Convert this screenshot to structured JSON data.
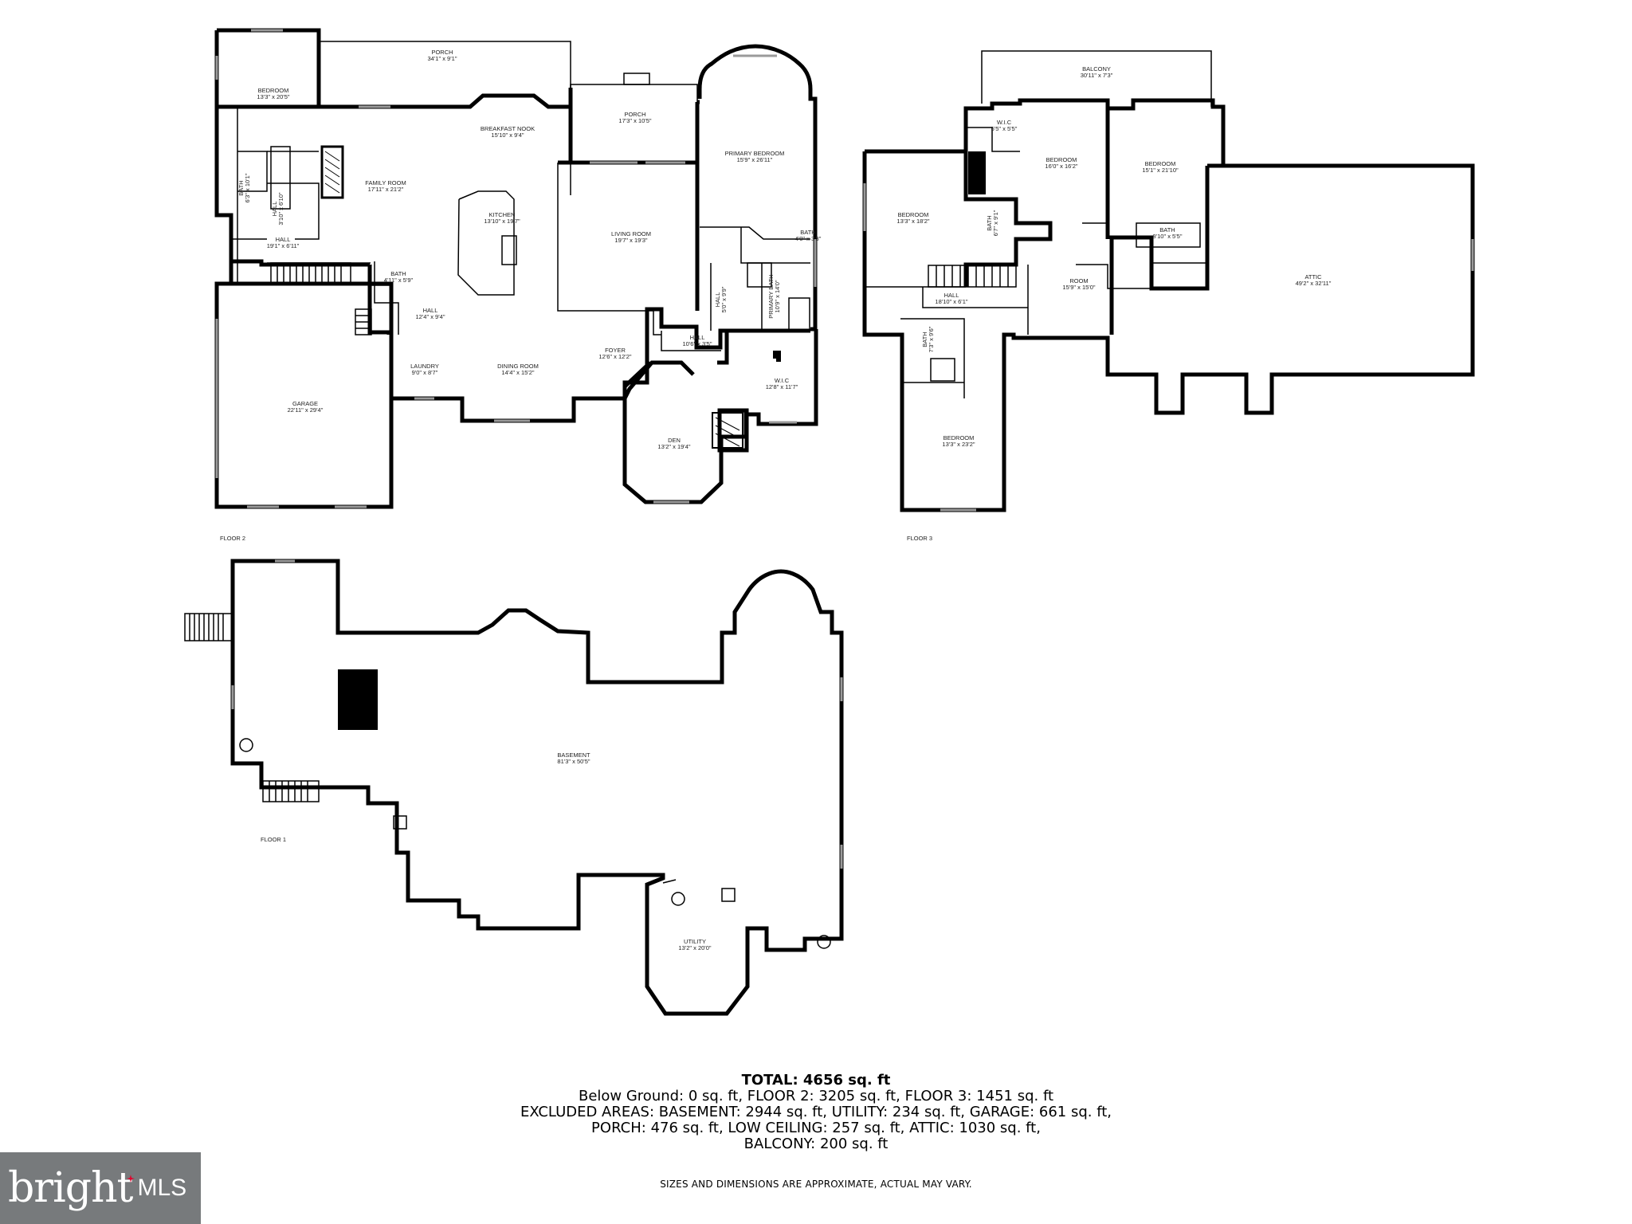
{
  "floors": [
    {
      "name": "FLOOR 2",
      "rooms": [
        {
          "name": "PORCH",
          "dim": "34'1\" x 9'1\""
        },
        {
          "name": "BEDROOM",
          "dim": "13'3\" x 20'5\""
        },
        {
          "name": "BATH",
          "dim": "6'3\" x 10'1\""
        },
        {
          "name": "HALL",
          "dim": "3'10\" x 6'10\""
        },
        {
          "name": "HALL",
          "dim": "19'1\" x 6'11\""
        },
        {
          "name": "FAMILY ROOM",
          "dim": "17'11\" x 21'2\""
        },
        {
          "name": "BREAKFAST NOOK",
          "dim": "15'10\" x 9'4\""
        },
        {
          "name": "KITCHEN",
          "dim": "13'10\" x 19'7\""
        },
        {
          "name": "PORCH",
          "dim": "17'3\" x 10'5\""
        },
        {
          "name": "PRIMARY BEDROOM",
          "dim": "15'9\" x 26'11\""
        },
        {
          "name": "LIVING ROOM",
          "dim": "19'7\" x 19'3\""
        },
        {
          "name": "BATH",
          "dim": "4'0\" x 3'3\""
        },
        {
          "name": "BATH",
          "dim": "4'11\" x 5'9\""
        },
        {
          "name": "HALL",
          "dim": "12'4\" x 9'4\""
        },
        {
          "name": "HALL",
          "dim": "5'0\" x 9'9\""
        },
        {
          "name": "PRIMARY BATH",
          "dim": "10'9\" x 14'0\""
        },
        {
          "name": "LAUNDRY",
          "dim": "9'0\" x 8'7\""
        },
        {
          "name": "DINING ROOM",
          "dim": "14'4\" x 15'2\""
        },
        {
          "name": "FOYER",
          "dim": "12'6\" x 12'2\""
        },
        {
          "name": "HALL",
          "dim": "10'6\" x 3'5\""
        },
        {
          "name": "W.I.C",
          "dim": "12'8\" x 11'7\""
        },
        {
          "name": "GARAGE",
          "dim": "22'11\" x 29'4\""
        },
        {
          "name": "DEN",
          "dim": "13'2\" x 19'4\""
        }
      ]
    },
    {
      "name": "FLOOR 3",
      "rooms": [
        {
          "name": "BALCONY",
          "dim": "30'11\" x 7'3\""
        },
        {
          "name": "W.I.C",
          "dim": "5'5\" x 5'5\""
        },
        {
          "name": "BEDROOM",
          "dim": "16'0\" x 16'2\""
        },
        {
          "name": "BEDROOM",
          "dim": "15'1\" x 21'10\""
        },
        {
          "name": "BEDROOM",
          "dim": "13'3\" x 18'2\""
        },
        {
          "name": "BATH",
          "dim": "6'7\" x 9'1\""
        },
        {
          "name": "BATH",
          "dim": "8'10\" x 5'5\""
        },
        {
          "name": "ATTIC",
          "dim": "49'2\" x 32'11\""
        },
        {
          "name": "HALL",
          "dim": "18'10\" x 6'1\""
        },
        {
          "name": "ROOM",
          "dim": "15'9\" x 15'0\""
        },
        {
          "name": "BATH",
          "dim": "7'3\" x 9'6\""
        },
        {
          "name": "BEDROOM",
          "dim": "13'3\" x 23'2\""
        }
      ]
    },
    {
      "name": "FLOOR 1",
      "rooms": [
        {
          "name": "BASEMENT",
          "dim": "81'3\" x 50'5\""
        },
        {
          "name": "UTILITY",
          "dim": "13'2\" x 20'0\""
        }
      ]
    }
  ],
  "summary": {
    "total": "TOTAL: 4656 sq. ft",
    "line1": "Below Ground: 0 sq. ft, FLOOR 2: 3205 sq. ft, FLOOR 3: 1451 sq. ft",
    "line2": "EXCLUDED AREAS: BASEMENT: 2944 sq. ft, UTILITY: 234 sq. ft, GARAGE: 661 sq. ft,",
    "line3": "PORCH: 476 sq. ft, LOW CEILING: 257 sq. ft, ATTIC: 1030 sq. ft,",
    "line4": "BALCONY: 200 sq. ft"
  },
  "disclaimer": "SIZES AND DIMENSIONS ARE APPROXIMATE, ACTUAL MAY VARY.",
  "logo": {
    "word": "bright",
    "suffix": "MLS",
    "bg_color": "#777a7c",
    "accent_color": "#e4002b"
  }
}
